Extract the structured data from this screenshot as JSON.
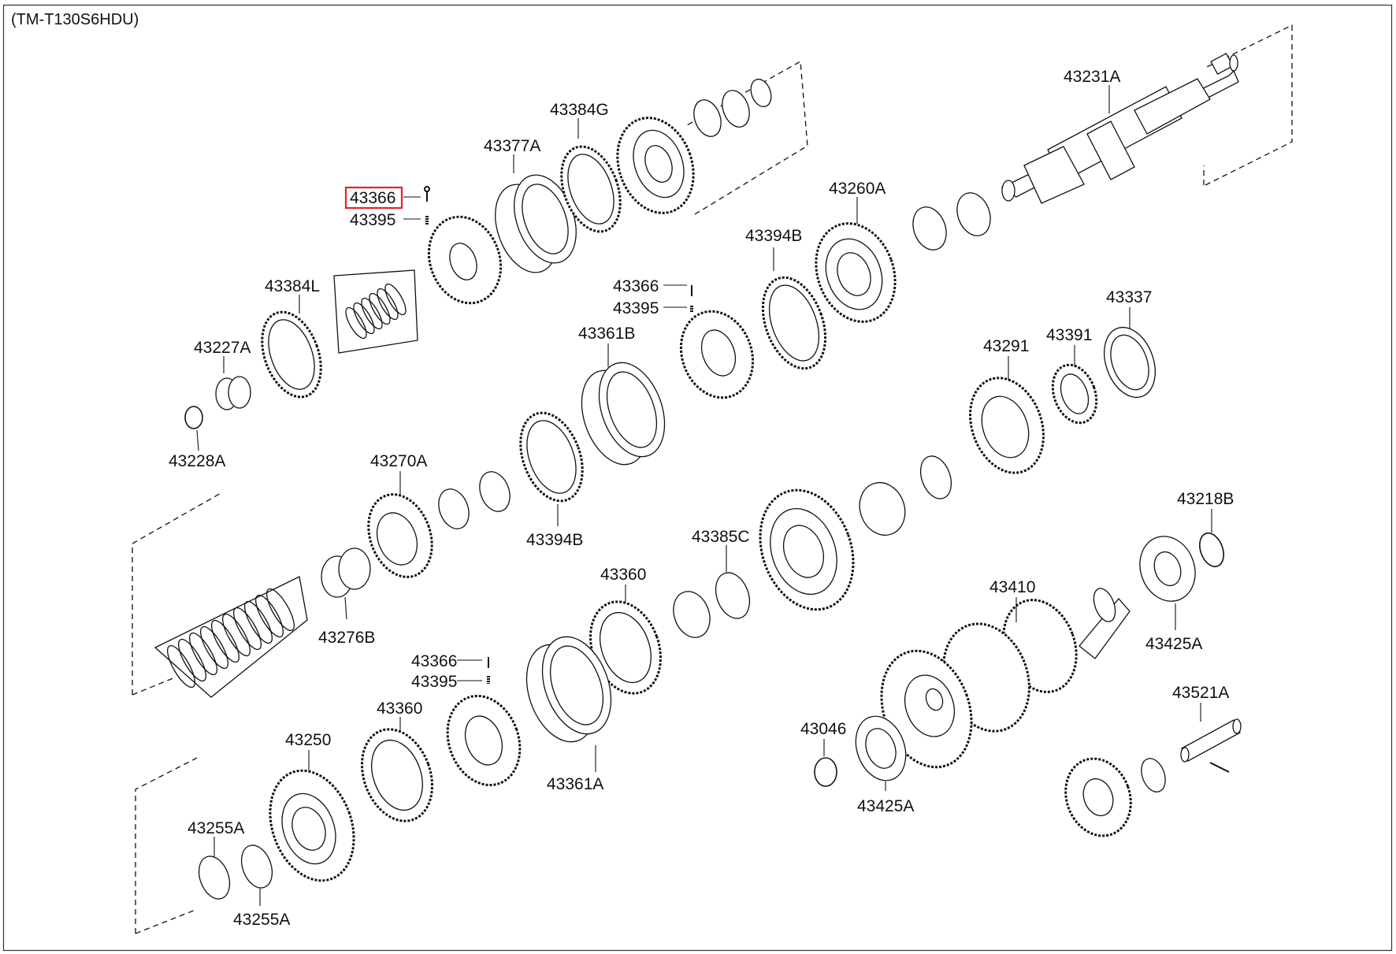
{
  "header": {
    "code": "(TM-T130S6HDU)"
  },
  "highlight_color": "#e0242a",
  "parts": [
    {
      "id": "p1",
      "label": "43366"
    },
    {
      "id": "p2",
      "label": "43395"
    },
    {
      "id": "p3",
      "label": "43377A"
    },
    {
      "id": "p4",
      "label": "43384G"
    },
    {
      "id": "p5",
      "label": "43231A"
    },
    {
      "id": "p6",
      "label": "43260A"
    },
    {
      "id": "p7",
      "label": "43394B"
    },
    {
      "id": "p8",
      "label": "43366"
    },
    {
      "id": "p9",
      "label": "43395"
    },
    {
      "id": "p10",
      "label": "43384L"
    },
    {
      "id": "p11",
      "label": "43227A"
    },
    {
      "id": "p12",
      "label": "43228A"
    },
    {
      "id": "p13",
      "label": "43361B"
    },
    {
      "id": "p14",
      "label": "43337"
    },
    {
      "id": "p15",
      "label": "43291"
    },
    {
      "id": "p16",
      "label": "43391"
    },
    {
      "id": "p17",
      "label": "43270A"
    },
    {
      "id": "p18",
      "label": "43394B"
    },
    {
      "id": "p19",
      "label": "43218B"
    },
    {
      "id": "p20",
      "label": "43385C"
    },
    {
      "id": "p21",
      "label": "43360"
    },
    {
      "id": "p22",
      "label": "43276B"
    },
    {
      "id": "p23",
      "label": "43410"
    },
    {
      "id": "p24",
      "label": "43425A"
    },
    {
      "id": "p25",
      "label": "43366"
    },
    {
      "id": "p26",
      "label": "43395"
    },
    {
      "id": "p27",
      "label": "43360"
    },
    {
      "id": "p28",
      "label": "43521A"
    },
    {
      "id": "p29",
      "label": "43250"
    },
    {
      "id": "p30",
      "label": "43046"
    },
    {
      "id": "p31",
      "label": "43361A"
    },
    {
      "id": "p32",
      "label": "43425A"
    },
    {
      "id": "p33",
      "label": "43255A"
    },
    {
      "id": "p34",
      "label": "43255A"
    }
  ]
}
